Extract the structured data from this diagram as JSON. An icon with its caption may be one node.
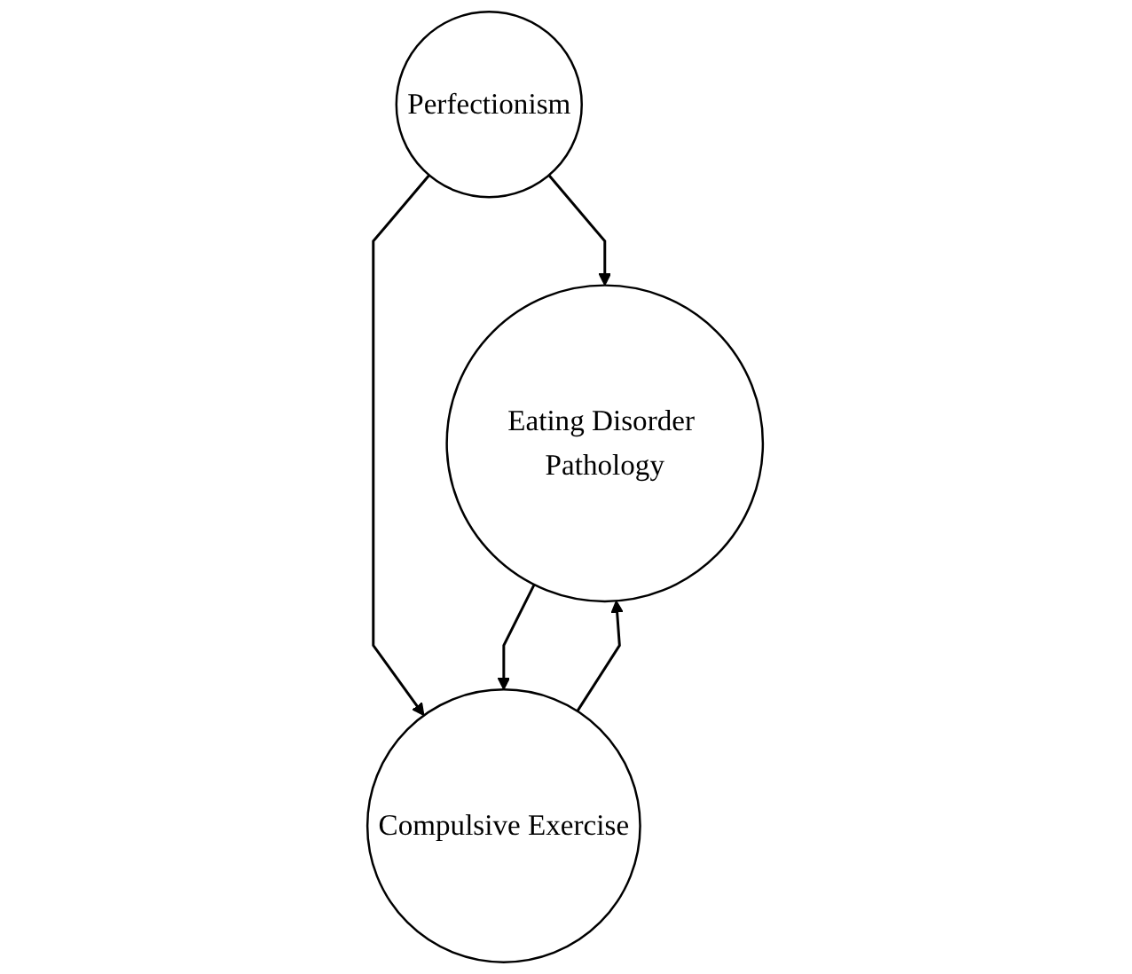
{
  "diagram": {
    "nodes": [
      {
        "text": [
          "Perfectionism"
        ]
      },
      {
        "text": [
          "Eating Disorder Pathology"
        ]
      },
      {
        "text": [
          "Compulsive Exercise"
        ]
      }
    ],
    "edges": [
      {
        "from": 0,
        "to": 1,
        "arrow": "to"
      },
      {
        "from": 0,
        "to": 2,
        "arrow": "to"
      },
      {
        "from": 1,
        "to": 2,
        "arrow": "to"
      },
      {
        "from": 2,
        "to": 1,
        "arrow": "to"
      }
    ]
  }
}
